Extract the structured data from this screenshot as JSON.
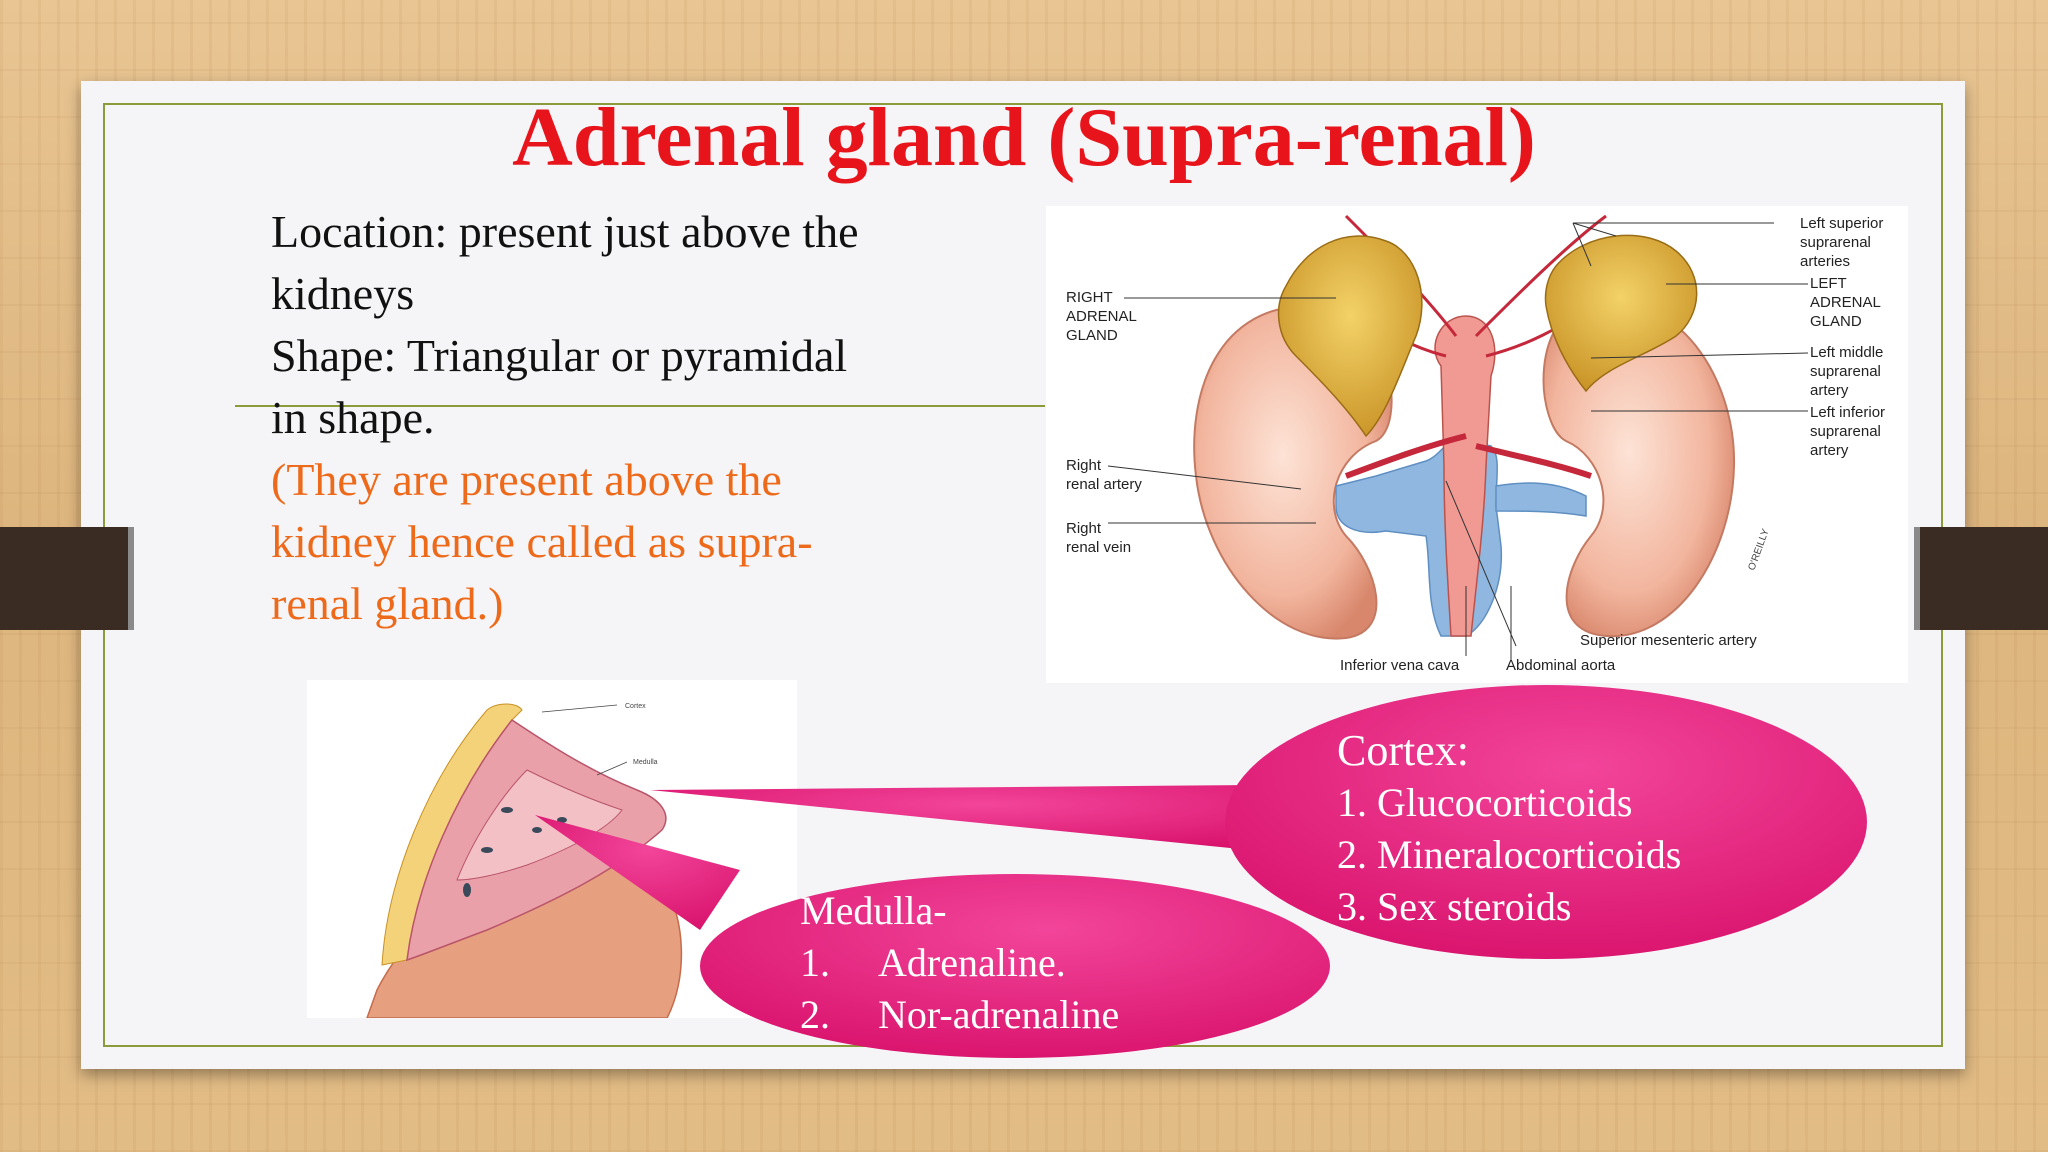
{
  "slide": {
    "title": "Adrenal gland (Supra-renal)",
    "text_lines": [
      "Location: present just above the",
      "kidneys",
      "Shape: Triangular or pyramidal",
      "in shape."
    ],
    "note_lines": [
      "(They are present above the",
      "kidney hence called as supra-",
      "renal gland.)"
    ]
  },
  "kidney_diagram": {
    "labels": {
      "right_adrenal_gland": [
        "RIGHT",
        "ADRENAL",
        "GLAND"
      ],
      "right_renal_artery": [
        "Right",
        "renal artery"
      ],
      "right_renal_vein": [
        "Right",
        "renal vein"
      ],
      "left_superior_suprarenal_arteries": [
        "Left superior",
        "suprarenal",
        "arteries"
      ],
      "left_adrenal_gland": [
        "LEFT",
        "ADRENAL",
        "GLAND"
      ],
      "left_middle_suprarenal_artery": [
        "Left middle",
        "suprarenal",
        "artery"
      ],
      "left_inferior_suprarenal_artery": [
        "Left inferior",
        "suprarenal",
        "artery"
      ],
      "superior_mesenteric_artery": "Superior mesenteric artery",
      "inferior_vena_cava": "Inferior vena cava",
      "abdominal_aorta": "Abdominal aorta",
      "signature": "O'REILLY"
    }
  },
  "section_diagram": {
    "labels": {
      "cortex": "Cortex",
      "medulla": "Medulla"
    }
  },
  "cortex_callout": {
    "heading": "Cortex:",
    "items": [
      "1. Glucocorticoids",
      "2. Mineralocorticoids",
      "3. Sex steroids"
    ]
  },
  "medulla_callout": {
    "heading": "Medulla-",
    "items": [
      {
        "num": "1.",
        "text": "Adrenaline."
      },
      {
        "num": "2.",
        "text": "Nor-adrenaline"
      }
    ]
  },
  "colors": {
    "title": "#e8141c",
    "note_text": "#ee6a1b",
    "frame": "#8c9b3a",
    "callout": "#e81f7f",
    "adrenal": "#d9a93a",
    "kidney": "#f2b59e",
    "vein": "#8fb7e0",
    "artery": "#c4283a"
  }
}
